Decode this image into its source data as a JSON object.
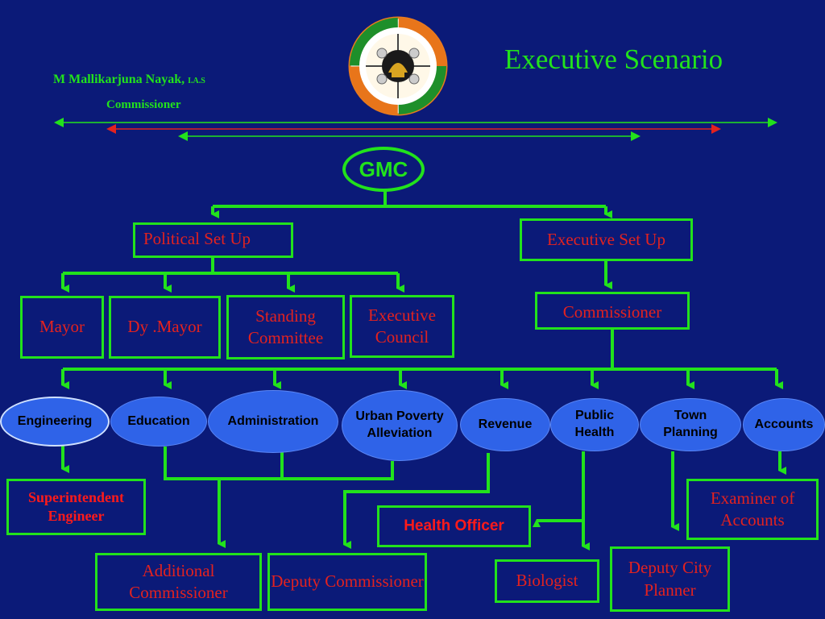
{
  "header": {
    "title": "Executive Scenario",
    "author_name": "M Mallikarjuna Nayak,",
    "author_suffix": "I.A.S",
    "author_role": "Commissioner"
  },
  "logo": {
    "description_icon": "municipal-emblem-icon"
  },
  "root": {
    "label": "GMC"
  },
  "branches": {
    "political": "Political Set Up",
    "executive": "Executive Set Up"
  },
  "political_units": [
    "Mayor",
    "Dy .Mayor",
    "Standing Committee",
    "Executive Council"
  ],
  "executive_head": "Commissioner",
  "departments": [
    "Engineering",
    "Education",
    "Administration",
    "Urban Poverty Alleviation",
    "Revenue",
    "Public Health",
    "Town Planning",
    "Accounts"
  ],
  "officers": {
    "superintendent": "Superintendent Engineer",
    "additional": "Additional Commissioner",
    "deputy": "Deputy Commissioner",
    "health": "Health Officer",
    "biologist": "Biologist",
    "planner": "Deputy City Planner",
    "examiner": "Examiner of Accounts"
  },
  "colors": {
    "background": "#0b1a78",
    "line": "#22e21c",
    "label": "#e3221f",
    "oval": "#2f63e8"
  }
}
